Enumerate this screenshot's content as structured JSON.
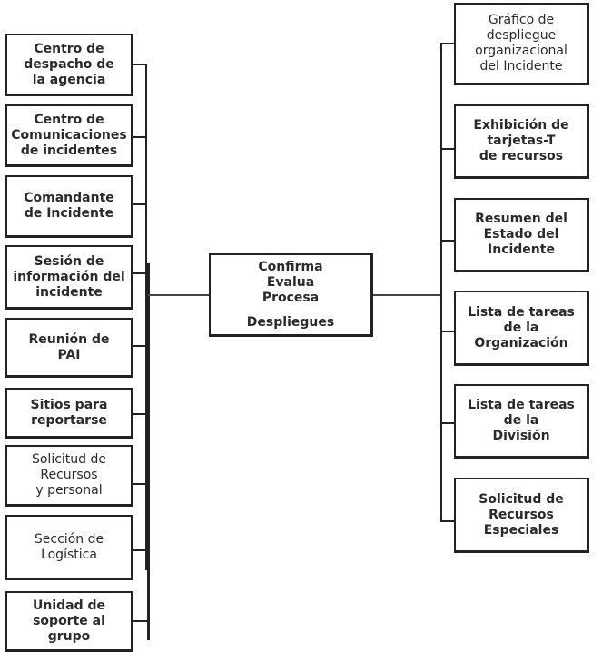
{
  "diagram": {
    "center": {
      "lines": [
        "Confirma",
        "Evalua",
        "Procesa",
        "",
        "Despliegues"
      ]
    },
    "left_items": [
      {
        "lines": [
          "Centro de",
          "despacho de",
          "la agencia"
        ],
        "weight": "bold"
      },
      {
        "lines": [
          "Centro de",
          "Comunicaciones",
          "de incidentes"
        ],
        "weight": "bold"
      },
      {
        "lines": [
          "Comandante",
          "de Incidente"
        ],
        "weight": "bold"
      },
      {
        "lines": [
          "Sesión de",
          "información del",
          "incidente"
        ],
        "weight": "bold"
      },
      {
        "lines": [
          "Reunión de",
          "PAI"
        ],
        "weight": "bold"
      },
      {
        "lines": [
          "Sitios para",
          "reportarse"
        ],
        "weight": "bold"
      },
      {
        "lines": [
          "Solicitud de",
          "Recursos",
          "y personal"
        ],
        "weight": "normal"
      },
      {
        "lines": [
          "Sección de",
          "Logística"
        ],
        "weight": "normal"
      },
      {
        "lines": [
          "Unidad de",
          "soporte al",
          "grupo"
        ],
        "weight": "bold"
      }
    ],
    "right_items": [
      {
        "lines": [
          "Gráfico de",
          "despliegue",
          "organizacional",
          "del Incidente"
        ],
        "weight": "normal"
      },
      {
        "lines": [
          "Exhibición de",
          "tarjetas-T",
          "de recursos"
        ],
        "weight": "bold"
      },
      {
        "lines": [
          "Resumen del",
          "Estado del",
          "Incidente"
        ],
        "weight": "bold"
      },
      {
        "lines": [
          "Lista de tareas",
          "de la",
          "Organización"
        ],
        "weight": "bold"
      },
      {
        "lines": [
          "Lista de tareas",
          "de la",
          "División"
        ],
        "weight": "bold"
      },
      {
        "lines": [
          "Solicitud de",
          "Recursos",
          "Especiales"
        ],
        "weight": "bold"
      }
    ]
  }
}
